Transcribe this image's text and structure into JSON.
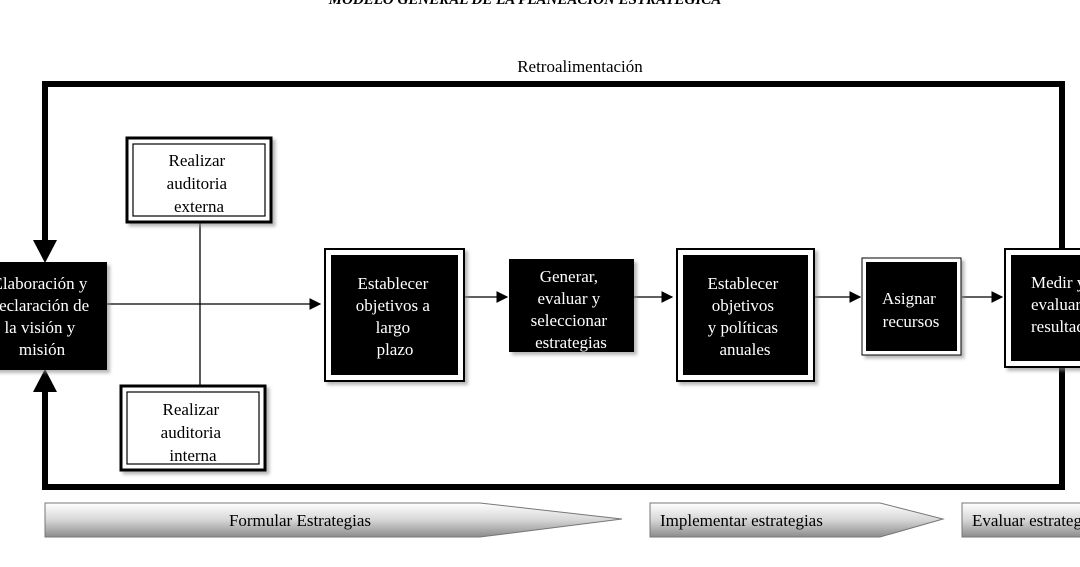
{
  "title": "MODELO GENERAL DE LA PLANEACIÓN ESTRATÉGICA",
  "feedback_label": "Retroalimentación",
  "nodes": {
    "vision": [
      "Elaboración y",
      "declaración de",
      "la visión y",
      "misión"
    ],
    "external_audit": [
      "Realizar",
      "auditoria",
      "externa"
    ],
    "internal_audit": [
      "Realizar",
      "auditoria",
      "interna"
    ],
    "long_term_objectives": [
      "Establecer",
      "objetivos a",
      "largo",
      "plazo"
    ],
    "strategies": [
      "Generar,",
      "evaluar y",
      "seleccionar",
      "estrategias"
    ],
    "annual_objectives": [
      "Establecer",
      "objetivos",
      "y políticas",
      "anuales"
    ],
    "resources": [
      "Asignar",
      "recursos"
    ],
    "measure_results": [
      "Medir y",
      "evaluar los",
      "resultados"
    ]
  },
  "phases": {
    "formulate": "Formular Estrategias",
    "implement": "Implementar estrategias",
    "evaluate": "Evaluar estrategias"
  },
  "colors": {
    "box_fill": "#000000",
    "box_text": "#ffffff",
    "outline": "#000000",
    "phase_gradient_light": "#ffffff",
    "phase_gradient_dark": "#9c9c9c"
  }
}
